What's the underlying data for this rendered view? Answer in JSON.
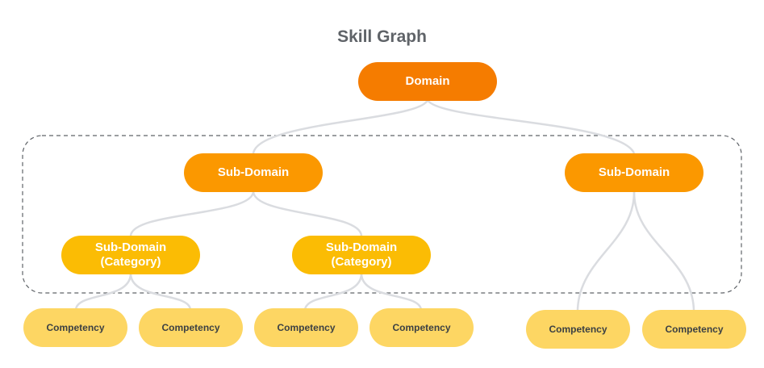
{
  "title": "Skill Graph",
  "domain": {
    "label": "Domain"
  },
  "sub_domains": [
    {
      "label": "Sub-Domain"
    },
    {
      "label": "Sub-Domain"
    }
  ],
  "categories": [
    {
      "line1": "Sub-Domain",
      "line2": "(Category)"
    },
    {
      "line1": "Sub-Domain",
      "line2": "(Category)"
    }
  ],
  "competencies": [
    {
      "label": "Competency"
    },
    {
      "label": "Competency"
    },
    {
      "label": "Competency"
    },
    {
      "label": "Competency"
    },
    {
      "label": "Competency"
    },
    {
      "label": "Competency"
    }
  ],
  "colors": {
    "domain": "#f57c00",
    "sub_domain": "#fb9800",
    "category": "#fbbc04",
    "competency": "#fdd663",
    "edge": "#dadce0",
    "group_border": "#5f6368"
  }
}
